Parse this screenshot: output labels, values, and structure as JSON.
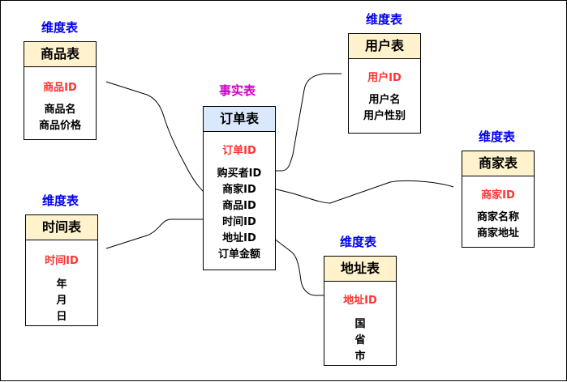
{
  "colors": {
    "dim_label": "#0000ee",
    "fact_label": "#cc00cc",
    "key_text": "#ff3333",
    "dim_header_bg": "#fff2cc",
    "fact_header_bg": "#dae8fc"
  },
  "labels": {
    "fact": "事实表",
    "dim_goods": "维度表",
    "dim_time": "维度表",
    "dim_user": "维度表",
    "dim_merchant": "维度表",
    "dim_address": "维度表"
  },
  "tables": {
    "fact_order": {
      "title": "订单表",
      "key": "订单ID",
      "fields": [
        "购买者ID",
        "商家ID",
        "商品ID",
        "时间ID",
        "地址ID",
        "订单金额"
      ]
    },
    "goods": {
      "title": "商品表",
      "key": "商品ID",
      "fields": [
        "商品名",
        "商品价格"
      ]
    },
    "time": {
      "title": "时间表",
      "key": "时间ID",
      "fields": [
        "年",
        "月",
        "日"
      ]
    },
    "user": {
      "title": "用户表",
      "key": "用户ID",
      "fields": [
        "用户名",
        "用户性别"
      ]
    },
    "merchant": {
      "title": "商家表",
      "key": "商家ID",
      "fields": [
        "商家名称",
        "商家地址"
      ]
    },
    "address": {
      "title": "地址表",
      "key": "地址ID",
      "fields": [
        "国",
        "省",
        "市"
      ]
    }
  },
  "relations": [
    {
      "from": "goods.key",
      "to": "fact_order.fields.2"
    },
    {
      "from": "time.key",
      "to": "fact_order.fields.3"
    },
    {
      "from": "user.key",
      "to": "fact_order.fields.0"
    },
    {
      "from": "merchant.key",
      "to": "fact_order.fields.1"
    },
    {
      "from": "address.key",
      "to": "fact_order.fields.4"
    }
  ]
}
